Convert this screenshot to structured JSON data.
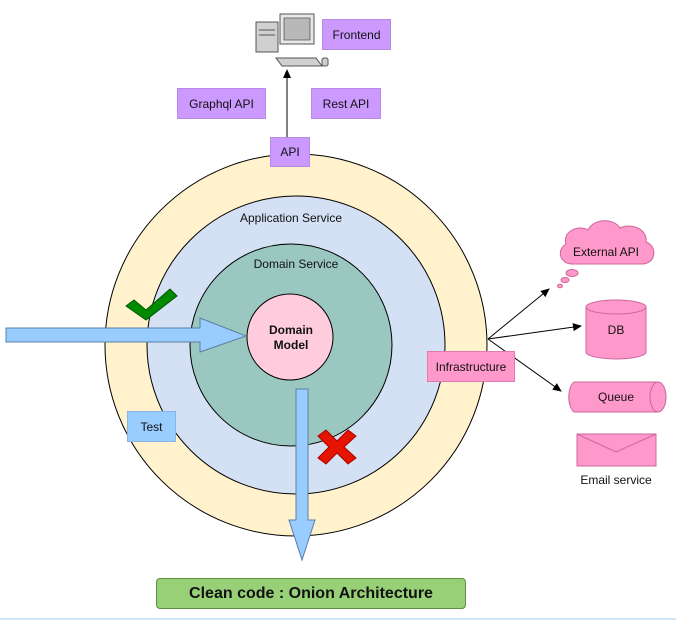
{
  "labels": {
    "frontend": "Frontend",
    "graphql_api": "Graphql API",
    "rest_api": "Rest API",
    "api": "API",
    "application_service": "Application Service",
    "domain_service": "Domain Service",
    "domain_model_line1": "Domain",
    "domain_model_line2": "Model",
    "infrastructure": "Infrastructure",
    "test": "Test",
    "external_api": "External API",
    "db": "DB",
    "queue": "Queue",
    "email_service": "Email service",
    "title": "Clean code : Onion Architecture"
  },
  "colors": {
    "outer_ring": "#fff2cc",
    "application_ring": "#d4e1f5",
    "domain_service_ring": "#9ac7bf",
    "domain_model": "#ffccdd",
    "api_boxes": "#cc99ff",
    "infrastructure": "#ff99cc",
    "test": "#99ccff",
    "arrows": "#99ccff",
    "cross": "#e51400",
    "check": "#008a00",
    "title_bg": "#97d077"
  },
  "icons": [
    "computer-icon",
    "check-icon",
    "cross-icon",
    "cloud-icon",
    "database-icon",
    "queue-icon",
    "envelope-icon"
  ]
}
